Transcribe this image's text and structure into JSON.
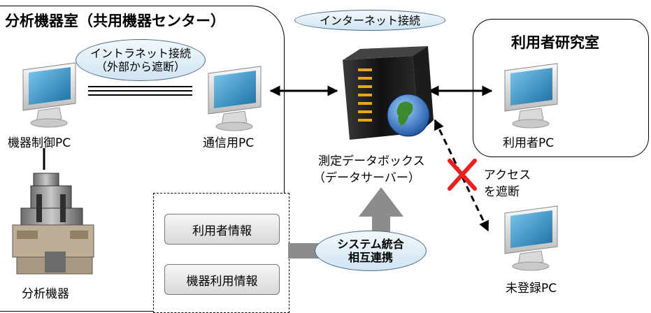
{
  "zones": {
    "lab_title": "分析機器室（共用機器センター）",
    "user_room_title": "利用者研究室"
  },
  "bubbles": {
    "internet": "インターネット接続",
    "intranet_line1": "イントラネット接続",
    "intranet_line2": "（外部から遮断）",
    "integration_line1": "システム統合",
    "integration_line2": "相互連携"
  },
  "nodes": {
    "control_pc": "機器制御PC",
    "comm_pc": "通信用PC",
    "user_pc": "利用者PC",
    "unregistered_pc": "未登録PC",
    "instrument": "分析機器",
    "server_line1": "測定データボックス",
    "server_line2": "（データサーバー）"
  },
  "info_boxes": {
    "user_info": "利用者情報",
    "equipment_usage_info": "機器利用情報"
  },
  "access_block": {
    "line1": "アクセス",
    "line2": "を遮断"
  },
  "colors": {
    "pill_fill": "#d9ebf7",
    "arrow_gray": "#8c8c8c",
    "block_red": "#e8201e",
    "monitor_screen": "#2a8cc2"
  }
}
